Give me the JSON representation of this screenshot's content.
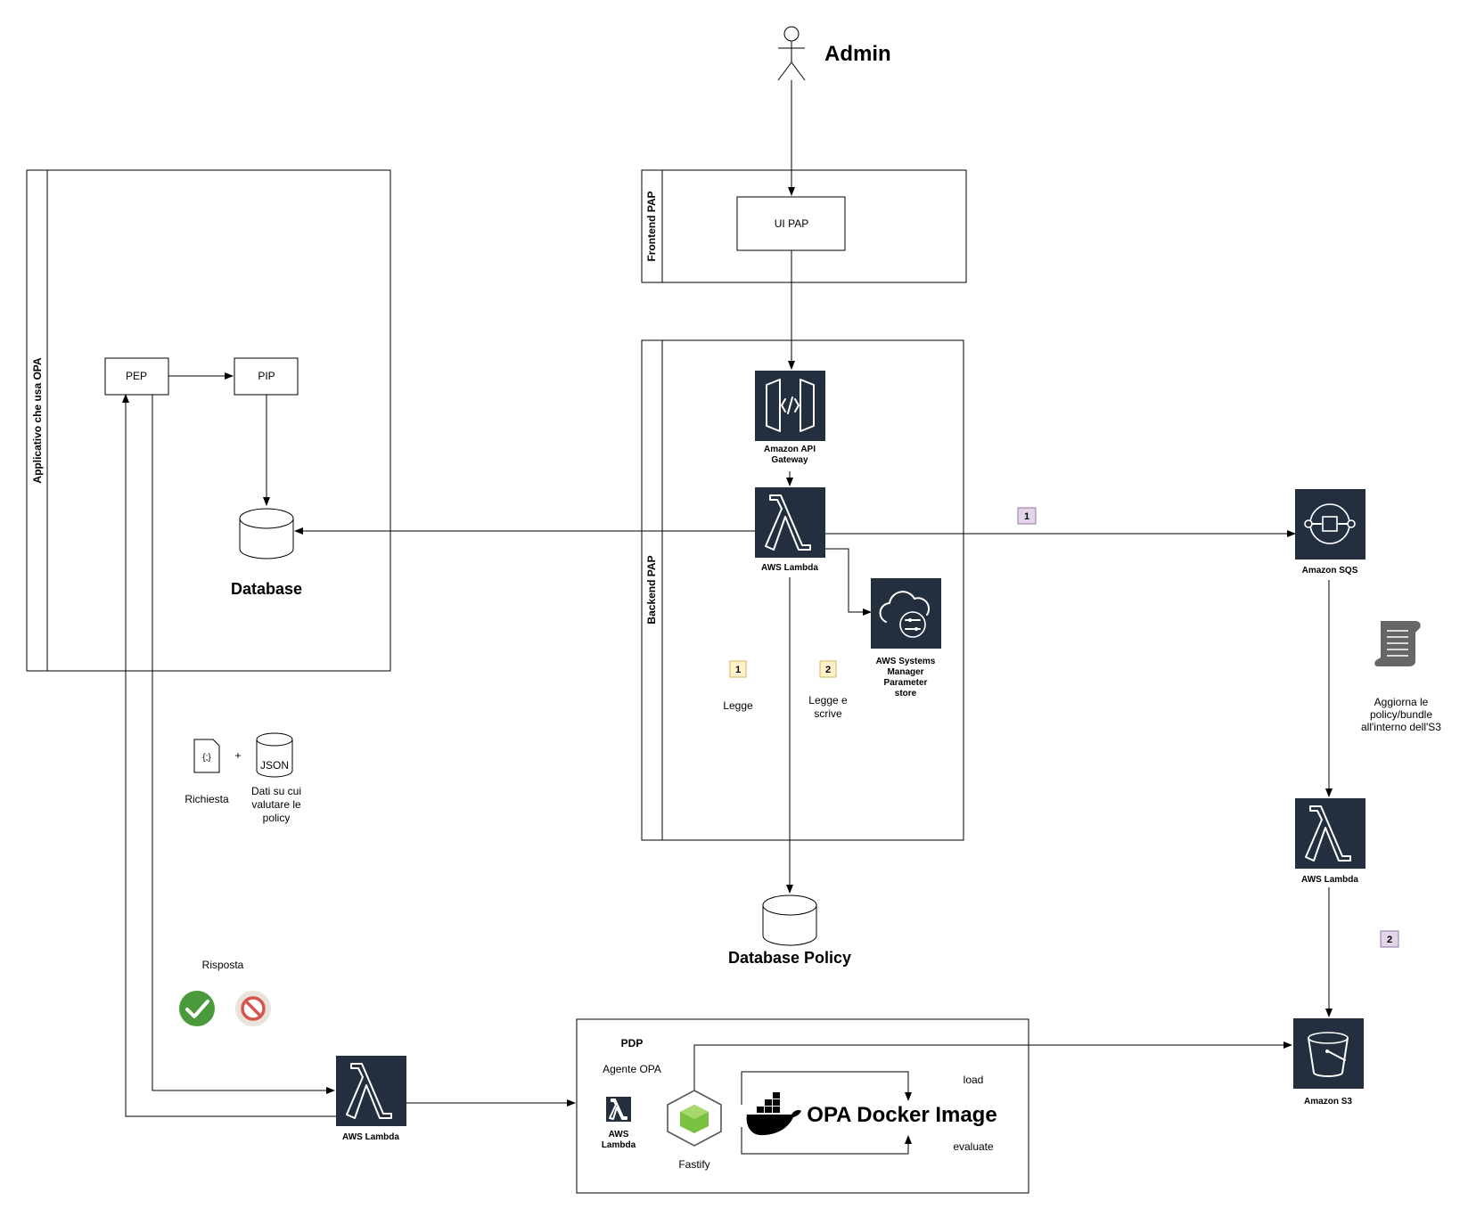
{
  "actor": {
    "name": "Admin"
  },
  "containers": {
    "app": {
      "title": "Applicativo che usa OPA"
    },
    "frontend": {
      "title": "Frontend PAP"
    },
    "backend": {
      "title": "Backend PAP"
    },
    "pdp": {
      "title": "PDP",
      "agent": "Agente OPA"
    }
  },
  "nodes": {
    "ui_pap": "UI PAP",
    "pep": "PEP",
    "pip": "PIP",
    "database": "Database",
    "database_policy": "Database Policy",
    "api_gateway": [
      "Amazon API",
      "Gateway"
    ],
    "lambda_backend": "AWS Lambda",
    "ssm": [
      "AWS Systems",
      "Manager",
      "Parameter",
      "store"
    ],
    "sqs": "Amazon SQS",
    "lambda_right": "AWS Lambda",
    "s3": "Amazon S3",
    "lambda_bottom": "AWS Lambda",
    "lambda_pdp": [
      "AWS",
      "Lambda"
    ],
    "fastify": "Fastify",
    "opa_image": "OPA Docker Image"
  },
  "labels": {
    "richiesta": "Richiesta",
    "plus": "+",
    "json": "JSON",
    "dati": [
      "Dati su cui",
      "valutare le",
      "policy"
    ],
    "risposta": "Risposta",
    "legge": "Legge",
    "legge_scrive": [
      "Legge e",
      "scrive"
    ],
    "aggiorna": [
      "Aggiorna le",
      "policy/bundle",
      "all'interno dell'S3"
    ],
    "load": "load",
    "evaluate": "evaluate",
    "code_glyph": "{;}"
  },
  "badges": {
    "sqs_step": "1",
    "s3_step": "2",
    "legge_step": "1",
    "scrive_step": "2"
  },
  "colors": {
    "aws_icon_bg": "#232f3e",
    "allow_green": "#4a9a3c",
    "deny_red": "#d9534f",
    "fastify_green": "#7cc242",
    "badge_purple": "#e1d5e7",
    "badge_yellow": "#fff2cc"
  }
}
